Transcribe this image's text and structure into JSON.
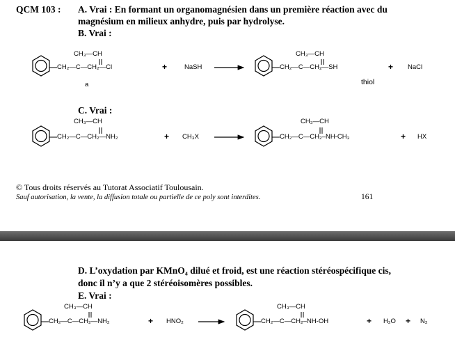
{
  "page1": {
    "qcm_label": "QCM 103 :",
    "answer_a_line1": "A. Vrai : En formant un organomagnésien dans un première réaction avec du",
    "answer_a_line2": "magnésium en milieux anhydre, puis par hydrolyse.",
    "answer_b": "B. Vrai :",
    "reaction_b": {
      "top_left": "CH₃—CH",
      "chain_left": "CH₂—C—CH₂—Cl",
      "reagent": "NaSH",
      "plus1": "+",
      "label_a": "a",
      "top_right": "CH₃—CH",
      "chain_right": "CH₂—C—CH₂—SH",
      "plus2": "+",
      "byproduct": "NaCl",
      "label_thiol": "thiol"
    },
    "answer_c": "C. Vrai :",
    "reaction_c": {
      "top_left": "CH₃—CH",
      "chain_left": "CH₂—C—CH₂—NH₂",
      "plus1": "+",
      "reagent": "CH₃X",
      "top_right": "CH₃—CH",
      "chain_right": "CH₂—C—CH₂–NH-CH₃",
      "plus2": "+",
      "byproduct": "HX"
    },
    "copyright_line": "© Tous droits réservés au Tutorat Associatif Toulousain.",
    "legal_line": "Sauf autorisation, la vente, la diffusion totale ou partielle de ce poly sont interdites.",
    "page_number": "161"
  },
  "page2": {
    "answer_d_line1": "D. L’oxydation par KMnO₄ dilué et froid, est une réaction stéréospécifique cis,",
    "answer_d_line2": "donc il n’y a que 2 stéréoisomères possibles.",
    "answer_e": "E. Vrai :",
    "reaction_e": {
      "top_left": "CH₃—CH",
      "chain_left": "CH₂—C—CH₂—NH₂",
      "plus1": "+",
      "reagent": "HNO₂",
      "top_right": "CH₃—CH",
      "chain_right": "CH₂—C—CH₂–NH-OH",
      "plus2": "+",
      "product2": "H₂O",
      "plus3": "+",
      "product3": "N₂"
    }
  }
}
